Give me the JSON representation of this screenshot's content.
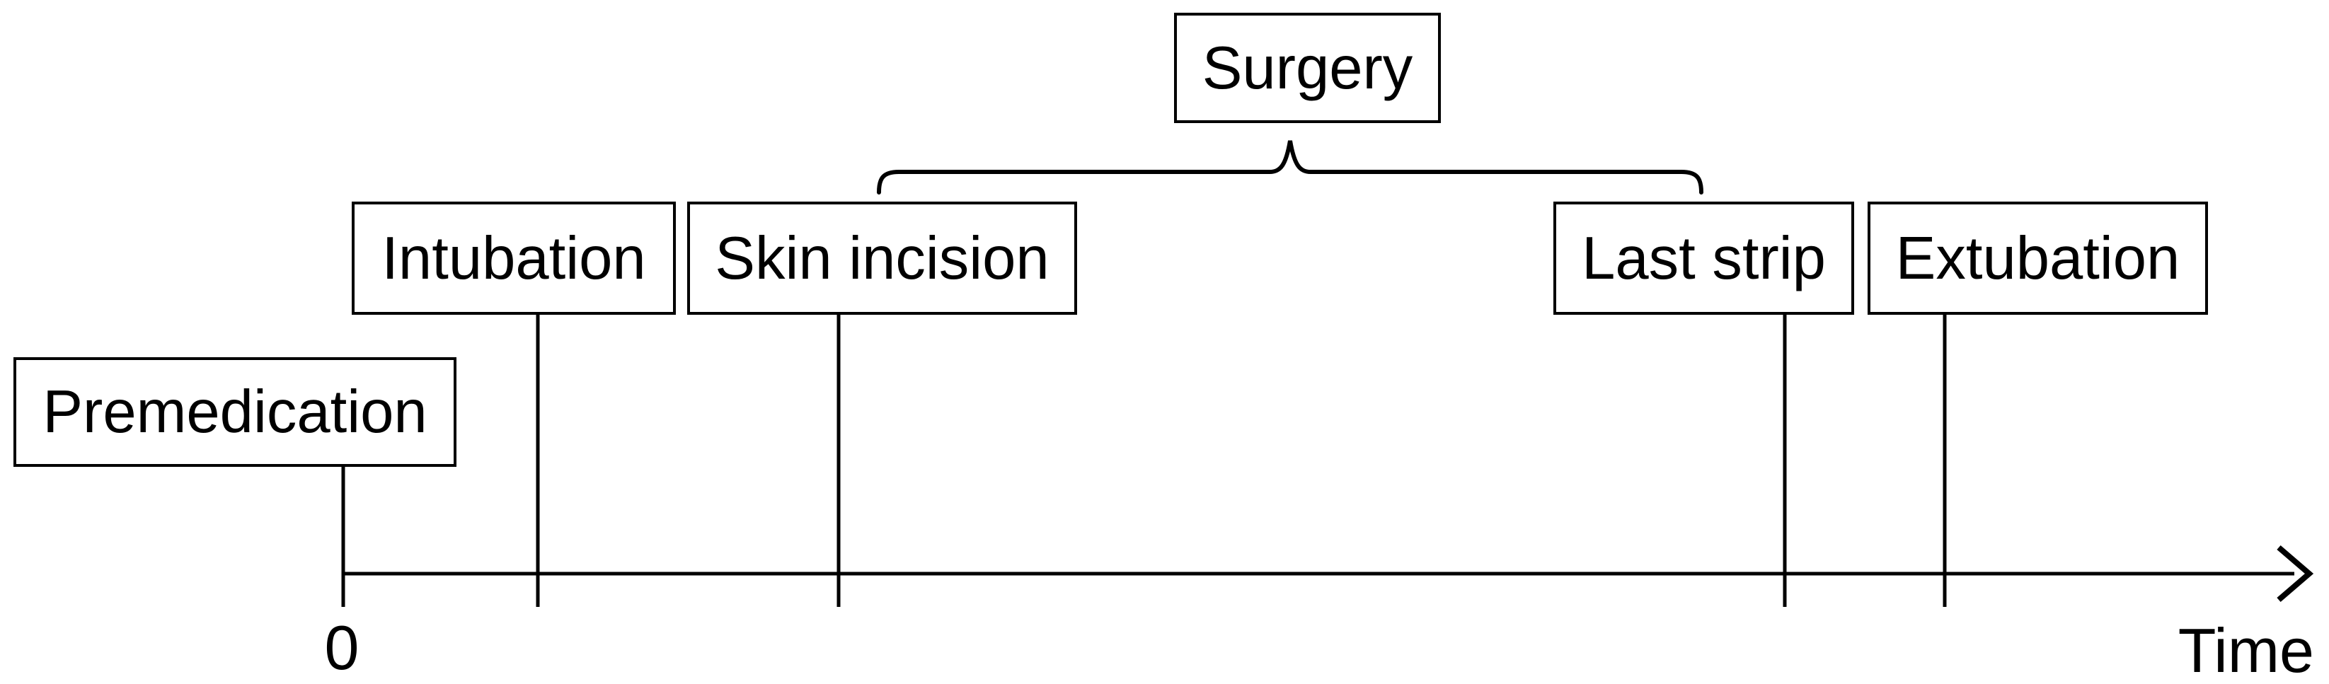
{
  "figure": {
    "background_color": "#ffffff",
    "line_color": "#000000",
    "phase": {
      "surgery_label": "Surgery"
    },
    "events": {
      "premedication": "Premedication",
      "intubation": "Intubation",
      "skin_incision": "Skin incision",
      "last_strip": "Last strip",
      "extubation": "Extubation"
    },
    "axis": {
      "origin_tick_label": "0",
      "label": "Time"
    }
  }
}
